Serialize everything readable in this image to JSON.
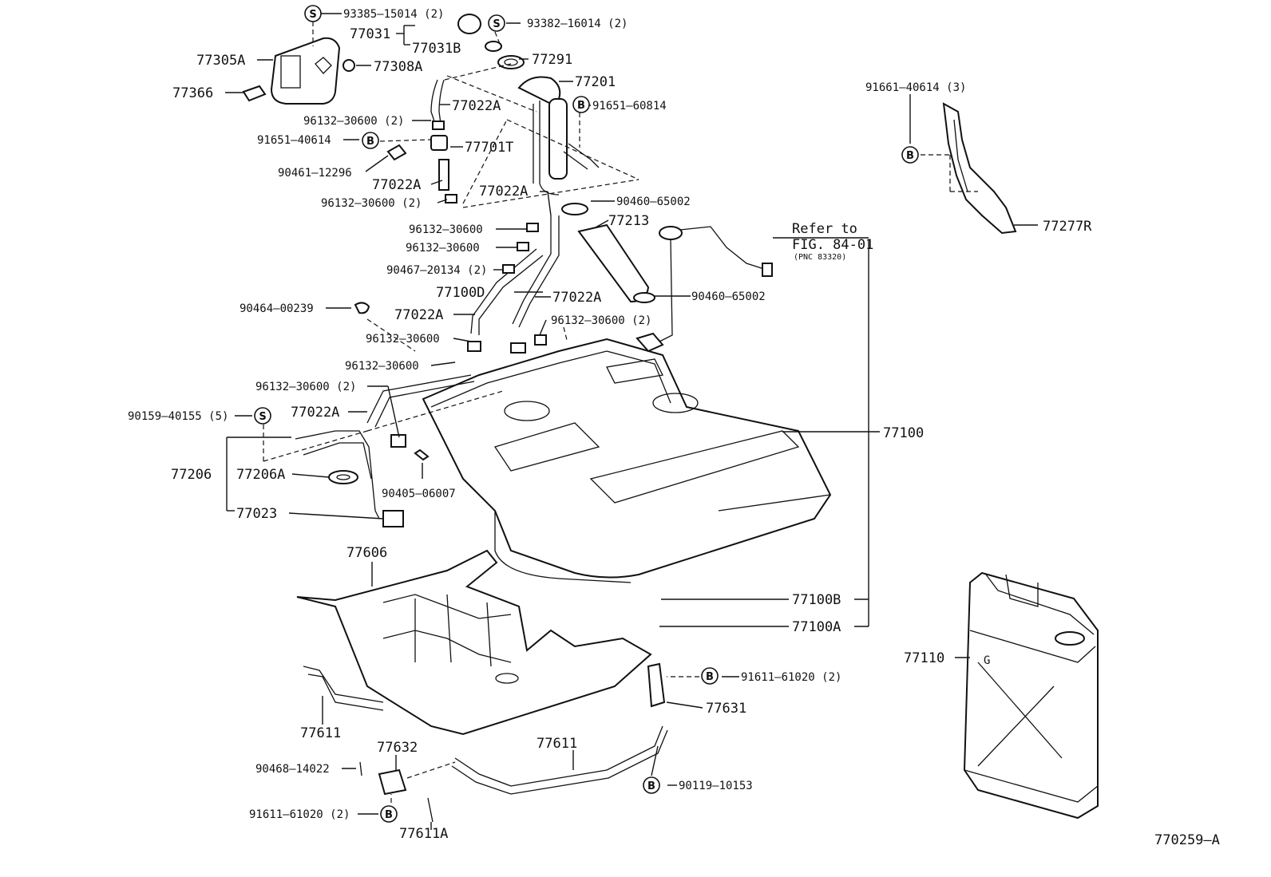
{
  "diagram_id": "770259–A",
  "refer": {
    "line1": "Refer to",
    "line2": "FIG. 84-01",
    "line3": "(PNC 83320)"
  },
  "symbols": {
    "s": "S",
    "b": "B"
  },
  "labels": {
    "p93385": "93385–15014 (2)",
    "p77031": "77031",
    "p77031b": "77031B",
    "p93382": "93382–16014 (2)",
    "p77291": "77291",
    "p77305a": "77305A",
    "p77308a": "77308A",
    "p77366": "77366",
    "p77201": "77201",
    "p77022a_1": "77022A",
    "p91651_60814": "91651–60814",
    "p91661": "91661–40614 (3)",
    "p96132_a": "96132–30600 (2)",
    "p91651_40614": "91651–40614",
    "p77701t": "77701T",
    "p90461": "90461–12296",
    "p77022a_2": "77022A",
    "p96132_b": "96132–30600 (2)",
    "p77022a_3": "77022A",
    "p90460_a": "90460–65002",
    "p77213": "77213",
    "p96132_c": "96132–30600",
    "p96132_d": "96132–30600",
    "p90467": "90467–20134 (2)",
    "p77100d": "77100D",
    "p77022a_4": "77022A",
    "p90460_b": "90460–65002",
    "p90464": "90464–00239",
    "p77022a_5": "77022A",
    "p96132_e": "96132–30600 (2)",
    "p96132_f": "96132–30600",
    "p96132_g": "96132–30600",
    "p96132_h": "96132–30600 (2)",
    "p90159": "90159–40155 (5)",
    "p77022a_6": "77022A",
    "p77206": "77206",
    "p77206a": "77206A",
    "p90405": "90405–06007",
    "p77023": "77023",
    "p77100": "77100",
    "p77277r": "77277R",
    "p77606": "77606",
    "p77100b": "77100B",
    "p77100a": "77100A",
    "p77110": "77110",
    "p91611_a": "91611–61020 (2)",
    "p77631": "77631",
    "p77611_a": "77611",
    "p77632": "77632",
    "p77611_b": "77611",
    "p90468": "90468–14022",
    "p90119": "90119–10153",
    "p91611_b": "91611–61020 (2)",
    "p77611a": "77611A"
  }
}
